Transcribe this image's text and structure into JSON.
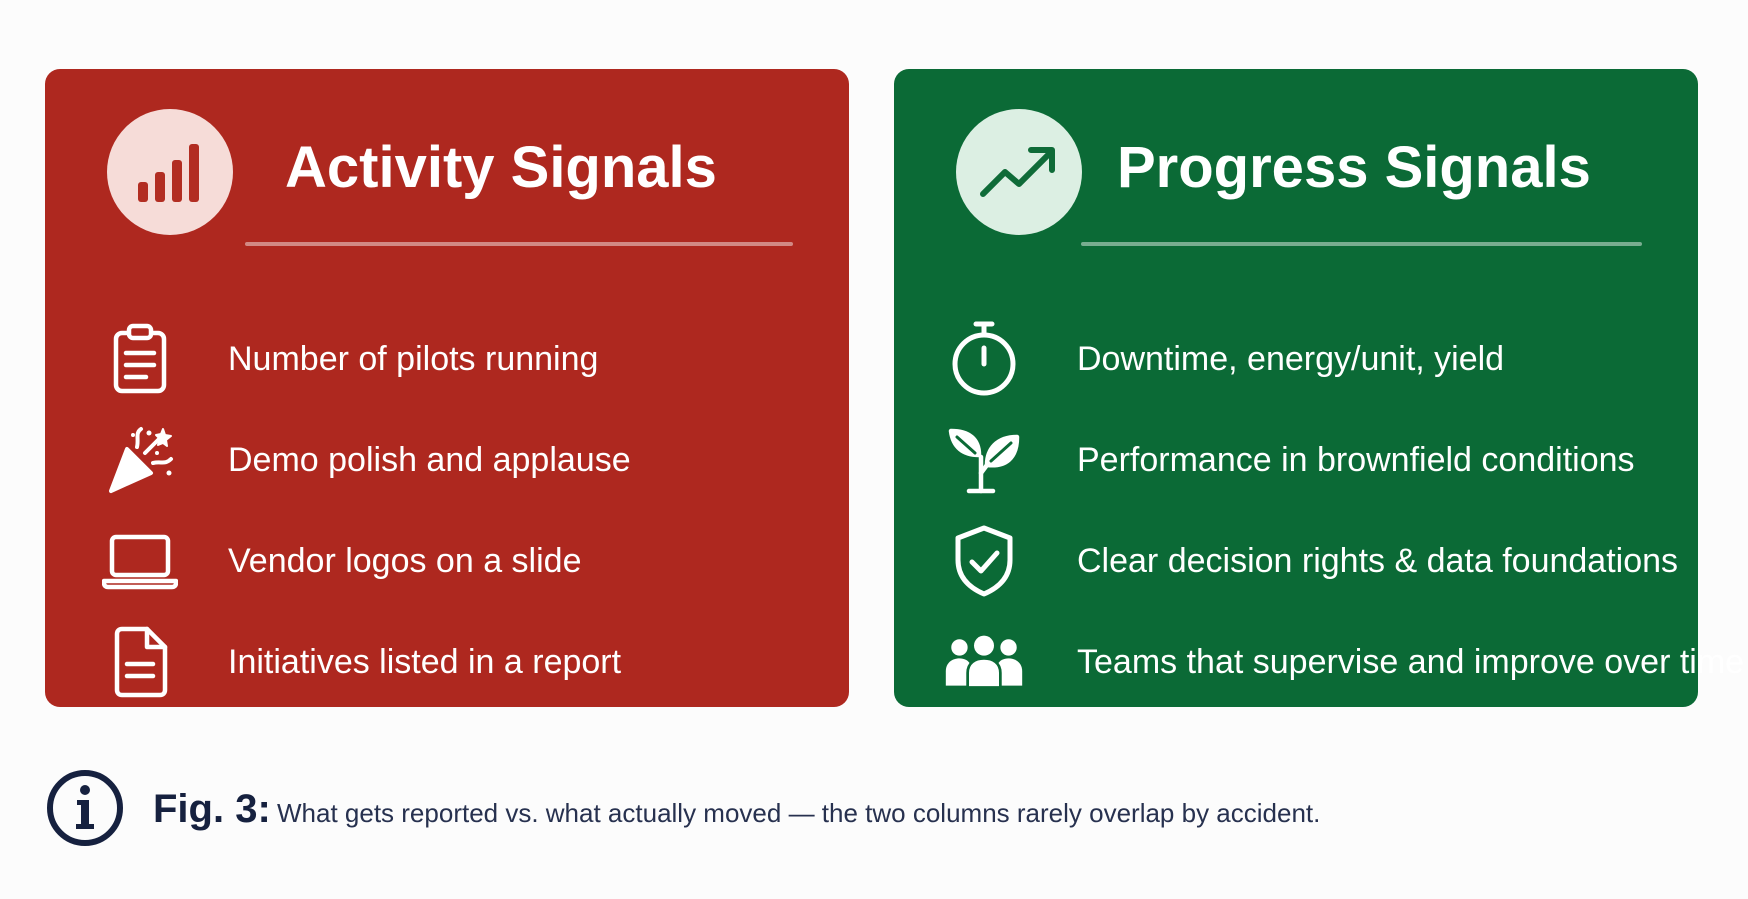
{
  "colors": {
    "activity_panel": "#ae281f",
    "progress_panel": "#0b6a36",
    "caption_text": "#16213f"
  },
  "activity": {
    "title": "Activity Signals",
    "header_icon": "bar-chart-icon",
    "items": [
      {
        "icon": "clipboard-icon",
        "label": "Number of pilots running"
      },
      {
        "icon": "party-popper-icon",
        "label": "Demo polish and applause"
      },
      {
        "icon": "laptop-icon",
        "label": "Vendor logos on a slide"
      },
      {
        "icon": "document-icon",
        "label": "Initiatives listed in a report"
      }
    ]
  },
  "progress": {
    "title": "Progress Signals",
    "header_icon": "trend-up-icon",
    "items": [
      {
        "icon": "stopwatch-icon",
        "label": "Downtime, energy/unit, yield"
      },
      {
        "icon": "sprout-icon",
        "label": "Performance in brownfield conditions"
      },
      {
        "icon": "shield-check-icon",
        "label": "Clear decision rights & data foundations"
      },
      {
        "icon": "team-icon",
        "label": "Teams that supervise and improve over time"
      }
    ]
  },
  "caption": {
    "icon": "info-icon",
    "label": "Fig. 3:",
    "text": "What gets reported vs. what actually moved — the two columns rarely overlap by accident."
  }
}
